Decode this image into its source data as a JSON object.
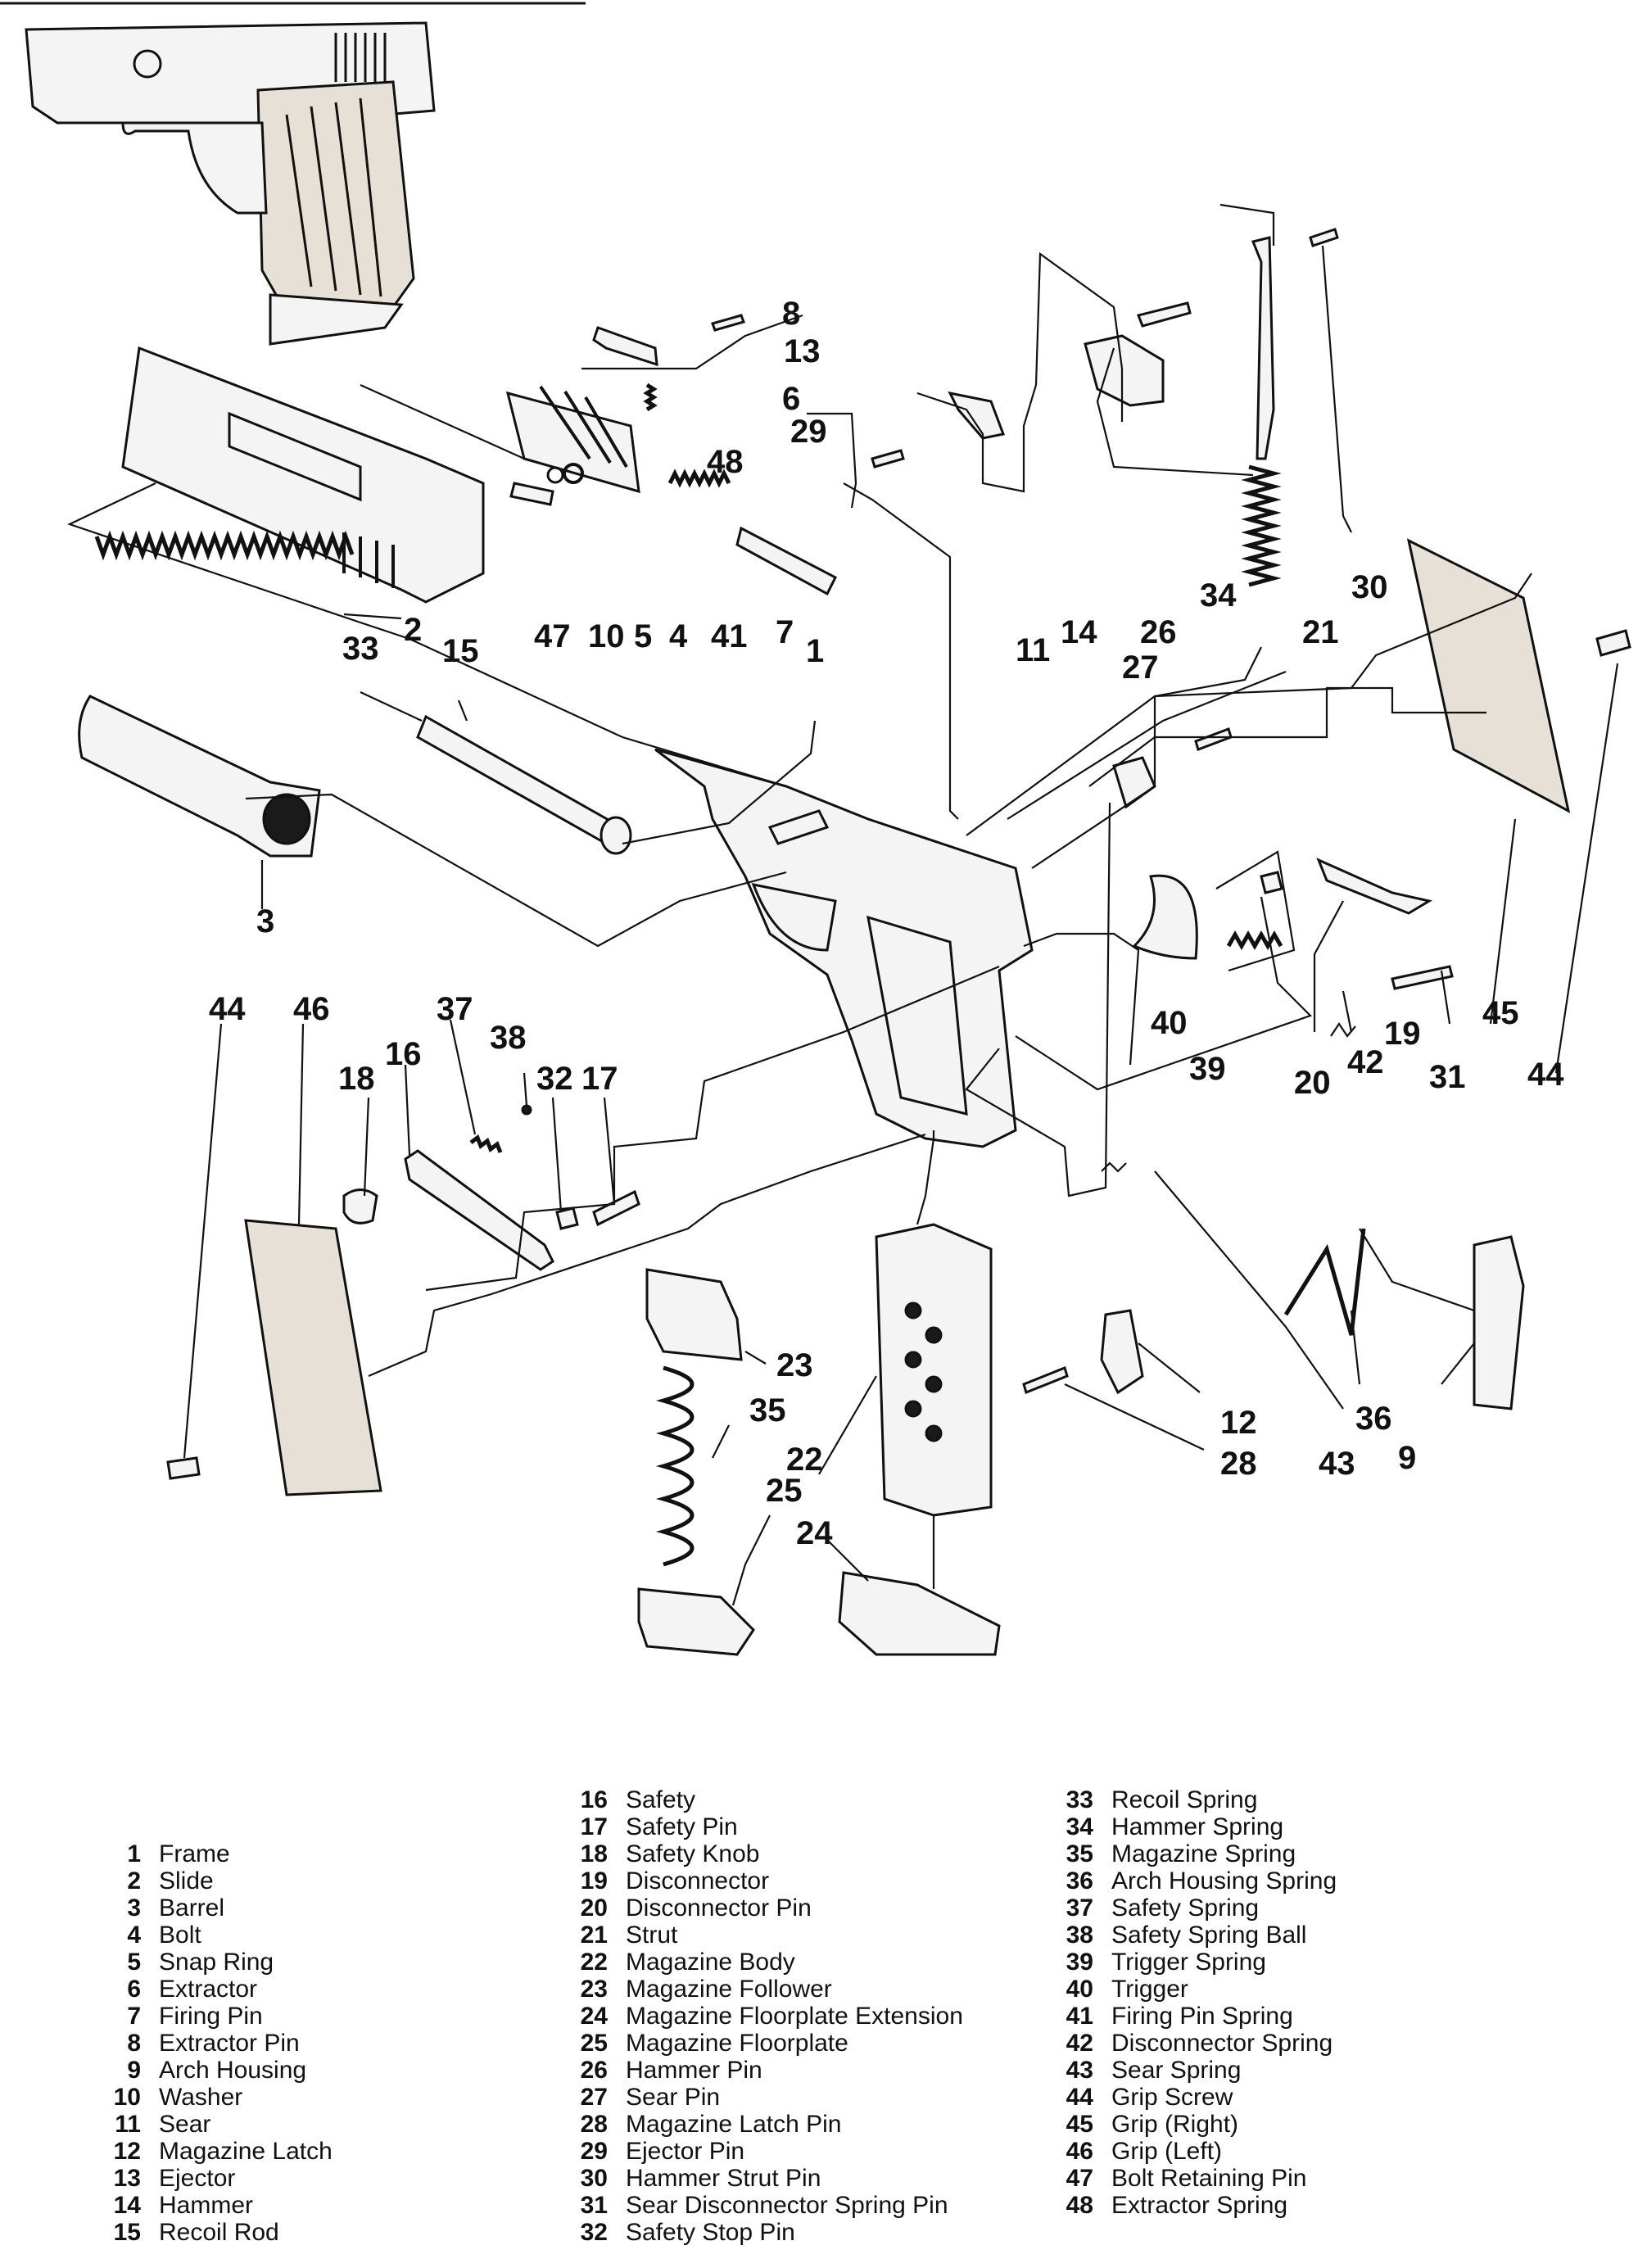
{
  "callouts": [
    {
      "num": "1"
    },
    {
      "num": "2"
    },
    {
      "num": "3"
    },
    {
      "num": "4"
    },
    {
      "num": "5"
    },
    {
      "num": "6"
    },
    {
      "num": "7"
    },
    {
      "num": "8"
    },
    {
      "num": "9"
    },
    {
      "num": "10"
    },
    {
      "num": "11"
    },
    {
      "num": "12"
    },
    {
      "num": "13"
    },
    {
      "num": "14"
    },
    {
      "num": "15"
    },
    {
      "num": "16"
    },
    {
      "num": "17"
    },
    {
      "num": "18"
    },
    {
      "num": "19"
    },
    {
      "num": "20"
    },
    {
      "num": "20"
    },
    {
      "num": "21"
    },
    {
      "num": "22"
    },
    {
      "num": "23"
    },
    {
      "num": "24"
    },
    {
      "num": "25"
    },
    {
      "num": "26"
    },
    {
      "num": "27"
    },
    {
      "num": "28"
    },
    {
      "num": "29"
    },
    {
      "num": "30"
    },
    {
      "num": "31"
    },
    {
      "num": "32"
    },
    {
      "num": "33"
    },
    {
      "num": "34"
    },
    {
      "num": "35"
    },
    {
      "num": "36"
    },
    {
      "num": "37"
    },
    {
      "num": "38"
    },
    {
      "num": "39"
    },
    {
      "num": "40"
    },
    {
      "num": "41"
    },
    {
      "num": "42"
    },
    {
      "num": "43"
    },
    {
      "num": "44"
    },
    {
      "num": "44"
    },
    {
      "num": "45"
    },
    {
      "num": "46"
    },
    {
      "num": "47"
    },
    {
      "num": "48"
    }
  ],
  "legend": {
    "col1": [
      {
        "num": "1",
        "name": "Frame"
      },
      {
        "num": "2",
        "name": "Slide"
      },
      {
        "num": "3",
        "name": "Barrel"
      },
      {
        "num": "4",
        "name": "Bolt"
      },
      {
        "num": "5",
        "name": "Snap Ring"
      },
      {
        "num": "6",
        "name": "Extractor"
      },
      {
        "num": "7",
        "name": "Firing Pin"
      },
      {
        "num": "8",
        "name": "Extractor Pin"
      },
      {
        "num": "9",
        "name": "Arch Housing"
      },
      {
        "num": "10",
        "name": "Washer"
      },
      {
        "num": "11",
        "name": "Sear"
      },
      {
        "num": "12",
        "name": "Magazine Latch"
      },
      {
        "num": "13",
        "name": "Ejector"
      },
      {
        "num": "14",
        "name": "Hammer"
      },
      {
        "num": "15",
        "name": "Recoil Rod"
      }
    ],
    "col2": [
      {
        "num": "16",
        "name": "Safety"
      },
      {
        "num": "17",
        "name": "Safety Pin"
      },
      {
        "num": "18",
        "name": "Safety Knob"
      },
      {
        "num": "19",
        "name": "Disconnector"
      },
      {
        "num": "20",
        "name": "Disconnector Pin"
      },
      {
        "num": "21",
        "name": "Strut"
      },
      {
        "num": "22",
        "name": "Magazine Body"
      },
      {
        "num": "23",
        "name": "Magazine Follower"
      },
      {
        "num": "24",
        "name": "Magazine Floorplate Extension"
      },
      {
        "num": "25",
        "name": "Magazine Floorplate"
      },
      {
        "num": "26",
        "name": "Hammer Pin"
      },
      {
        "num": "27",
        "name": "Sear Pin"
      },
      {
        "num": "28",
        "name": "Magazine Latch Pin"
      },
      {
        "num": "29",
        "name": "Ejector Pin"
      },
      {
        "num": "30",
        "name": "Hammer Strut Pin"
      },
      {
        "num": "31",
        "name": "Sear Disconnector Spring Pin"
      },
      {
        "num": "32",
        "name": "Safety Stop Pin"
      }
    ],
    "col3": [
      {
        "num": "33",
        "name": "Recoil Spring"
      },
      {
        "num": "34",
        "name": "Hammer Spring"
      },
      {
        "num": "35",
        "name": "Magazine Spring"
      },
      {
        "num": "36",
        "name": "Arch Housing Spring"
      },
      {
        "num": "37",
        "name": "Safety Spring"
      },
      {
        "num": "38",
        "name": "Safety Spring Ball"
      },
      {
        "num": "39",
        "name": "Trigger Spring"
      },
      {
        "num": "40",
        "name": "Trigger"
      },
      {
        "num": "41",
        "name": "Firing Pin Spring"
      },
      {
        "num": "42",
        "name": "Disconnector Spring"
      },
      {
        "num": "43",
        "name": "Sear Spring"
      },
      {
        "num": "44",
        "name": "Grip Screw"
      },
      {
        "num": "45",
        "name": "Grip (Right)"
      },
      {
        "num": "46",
        "name": "Grip (Left)"
      },
      {
        "num": "47",
        "name": "Bolt Retaining Pin"
      },
      {
        "num": "48",
        "name": "Extractor Spring"
      }
    ]
  }
}
